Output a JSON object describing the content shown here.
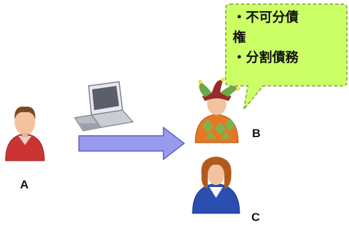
{
  "persons": {
    "a": {
      "label": "A"
    },
    "b": {
      "label": "B"
    },
    "c": {
      "label": "C"
    }
  },
  "speech_bubble": {
    "lines": [
      "・不可分債",
      "権",
      "・分割債務"
    ]
  },
  "colors": {
    "bubble_fill": "#ccff66",
    "arrow_fill": "#9999ee",
    "arrow_stroke": "#5a5acc"
  }
}
